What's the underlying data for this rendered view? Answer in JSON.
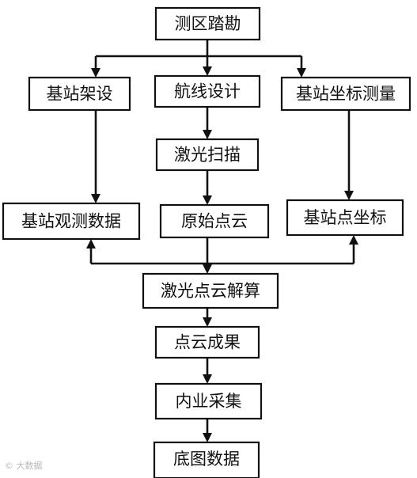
{
  "diagram": {
    "nodes": {
      "survey": "测区踏勘",
      "base_setup": "基站架设",
      "route_design": "航线设计",
      "base_coord_survey": "基站坐标测量",
      "laser_scan": "激光扫描",
      "base_obs_data": "基站观测数据",
      "raw_cloud": "原始点云",
      "base_point_coord": "基站点坐标",
      "cloud_solve": "激光点云解算",
      "cloud_result": "点云成果",
      "office_collect": "内业采集",
      "base_map_data": "底图数据"
    },
    "edges": [
      {
        "from": "survey",
        "to": "base_setup"
      },
      {
        "from": "survey",
        "to": "route_design"
      },
      {
        "from": "survey",
        "to": "base_coord_survey"
      },
      {
        "from": "base_setup",
        "to": "base_obs_data"
      },
      {
        "from": "route_design",
        "to": "laser_scan"
      },
      {
        "from": "laser_scan",
        "to": "raw_cloud"
      },
      {
        "from": "base_coord_survey",
        "to": "base_point_coord"
      },
      {
        "from": "cloud_solve",
        "to": "base_obs_data"
      },
      {
        "from": "raw_cloud",
        "to": "cloud_solve"
      },
      {
        "from": "cloud_solve",
        "to": "base_point_coord"
      },
      {
        "from": "cloud_solve",
        "to": "cloud_result"
      },
      {
        "from": "cloud_result",
        "to": "office_collect"
      },
      {
        "from": "office_collect",
        "to": "base_map_data"
      }
    ]
  },
  "watermark": "© 大数据"
}
